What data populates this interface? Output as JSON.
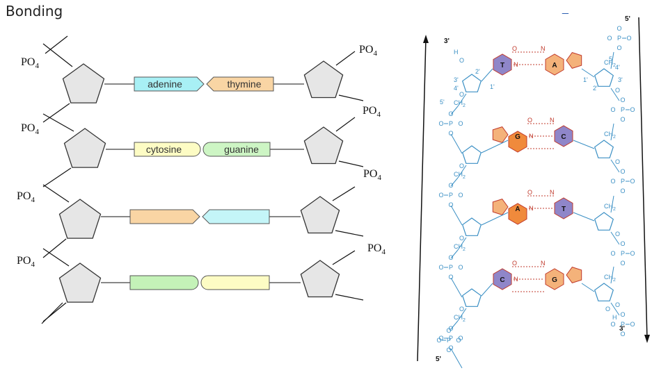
{
  "slide": {
    "title": "Bonding",
    "mark": "_"
  },
  "phosphates": [
    {
      "main": "PO",
      "sub": "4"
    },
    {
      "main": "PO",
      "sub": "4"
    },
    {
      "main": "PO",
      "sub": "4"
    },
    {
      "main": "PO",
      "sub": "4"
    },
    {
      "main": "PO",
      "sub": "4"
    },
    {
      "main": "PO",
      "sub": "4"
    },
    {
      "main": "PO",
      "sub": "4"
    },
    {
      "main": "PO",
      "sub": "4"
    }
  ],
  "base_pairs": [
    {
      "left": "adenine",
      "right": "thymine",
      "left_color": "#a8f0f5",
      "right_color": "#f9d5a4"
    },
    {
      "left": "cytosine",
      "right": "guanine",
      "left_color": "#fdfcc4",
      "right_color": "#cdf5c4"
    },
    {
      "left": "",
      "right": "",
      "left_color": "#f9d5a4",
      "right_color": "#c4f5f8"
    },
    {
      "left": "",
      "right": "",
      "left_color": "#c4f2b8",
      "right_color": "#fdfcc4"
    }
  ],
  "molecule": {
    "end_labels": {
      "top_left": "3'",
      "top_right": "5'",
      "bottom_left": "5'",
      "bottom_right": "3'"
    },
    "rings": [
      {
        "a": "T",
        "b": "A"
      },
      {
        "a": "G",
        "b": "C"
      },
      {
        "a": "A",
        "b": "T"
      },
      {
        "a": "C",
        "b": "G"
      }
    ],
    "atoms": {
      "p": "P",
      "o": "O",
      "n": "N",
      "h": "H",
      "ch2": "CH",
      "sub2": "2"
    },
    "primes": [
      "2'",
      "3'",
      "4'",
      "1'",
      "5'"
    ]
  },
  "colors": {
    "sugar_fill": "#e6e6e6",
    "sugar_stroke": "#333",
    "backbone_blue": "#3a8fc4",
    "orange": "#f08a3c",
    "purple": "#8f86c9",
    "hbond": "#c0392b"
  }
}
